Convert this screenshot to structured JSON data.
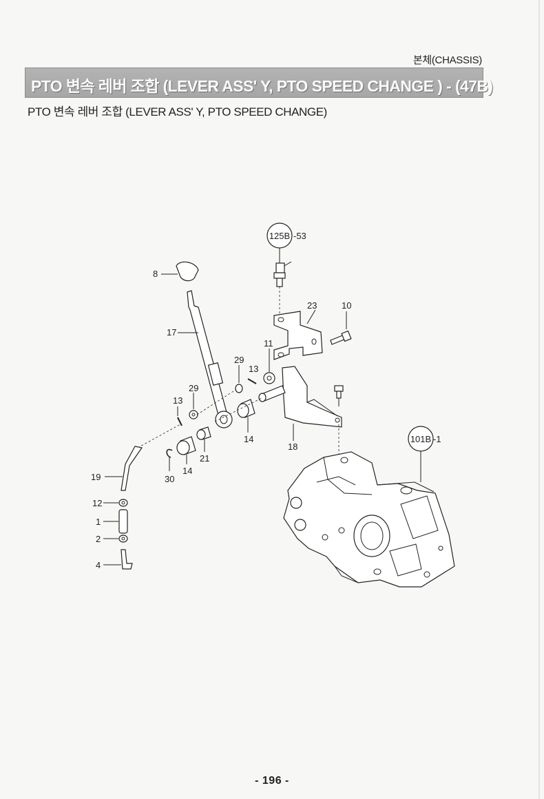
{
  "header": {
    "section": "본체(CHASSIS)",
    "title": "PTO 변속 레버 조합  (LEVER ASS' Y, PTO SPEED CHANGE ) - (47B)",
    "subtitle": "PTO 변속 레버 조합 (LEVER ASS' Y, PTO SPEED CHANGE)"
  },
  "diagram": {
    "refs": {
      "ref_125b": "125B",
      "ref_125b_suffix": "-53",
      "ref_101b": "101B",
      "ref_101b_suffix": "-1"
    },
    "callouts": {
      "p8": "8",
      "p17": "17",
      "p23": "23",
      "p10": "10",
      "p11": "11",
      "p29a": "29",
      "p13a": "13",
      "p29b": "29",
      "p13b": "13",
      "p14a": "14",
      "p18": "18",
      "p21": "21",
      "p14b": "14",
      "p30": "30",
      "p19": "19",
      "p12": "12",
      "p1": "1",
      "p2": "2",
      "p4": "4"
    }
  },
  "footer": {
    "page_number": "- 196 -"
  }
}
